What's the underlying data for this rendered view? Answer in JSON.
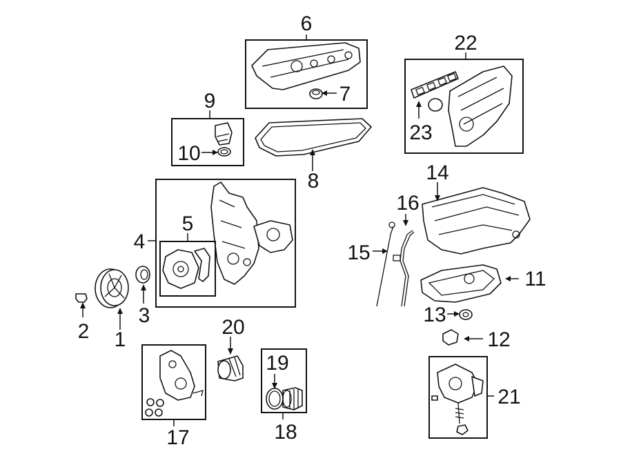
{
  "callouts": {
    "n1": "1",
    "n2": "2",
    "n3": "3",
    "n4": "4",
    "n5": "5",
    "n6": "6",
    "n7": "7",
    "n8": "8",
    "n9": "9",
    "n10": "10",
    "n11": "11",
    "n12": "12",
    "n13": "13",
    "n14": "14",
    "n15": "15",
    "n16": "16",
    "n17": "17",
    "n18": "18",
    "n19": "19",
    "n20": "20",
    "n21": "21",
    "n22": "22",
    "n23": "23"
  }
}
